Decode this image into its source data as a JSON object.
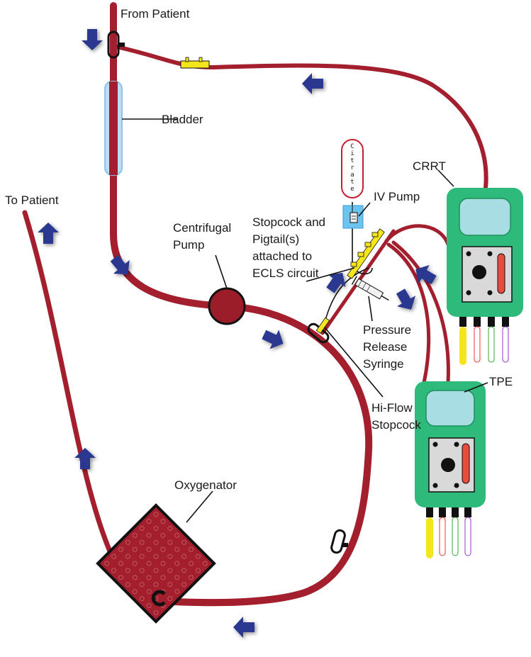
{
  "labels": {
    "from_patient": "From Patient",
    "to_patient": "To Patient",
    "bladder": "Bladder",
    "centrifugal_pump": [
      "Centrifugal",
      "Pump"
    ],
    "stopcock_pigtail": [
      "Stopcock and",
      "Pigtail(s)",
      "attached to",
      "ECLS circuit"
    ],
    "citrate": [
      "C",
      "i",
      "t",
      "r",
      "a",
      "t",
      "e"
    ],
    "iv_pump": "IV Pump",
    "crrt": "CRRT",
    "tpe": "TPE",
    "pressure_release_syringe": [
      "Pressure",
      "Release",
      "Syringe"
    ],
    "hi_flow_stopcock": [
      "Hi-Flow",
      "Stopcock"
    ],
    "oxygenator": "Oxygenator"
  },
  "colors": {
    "tubing": "#a31f2e",
    "machine_body": "#2dba7a",
    "machine_screen": "#a9dde4",
    "control_panel": "#d9d9d9",
    "arrow": "#2b3990",
    "stopcock": "#f4e51c",
    "bladder": "#b9def5",
    "iv_pump": "#6cc3ee"
  },
  "icons": [
    "flow-arrow-icon",
    "stopcock-icon",
    "syringe-icon",
    "clamp-icon"
  ]
}
